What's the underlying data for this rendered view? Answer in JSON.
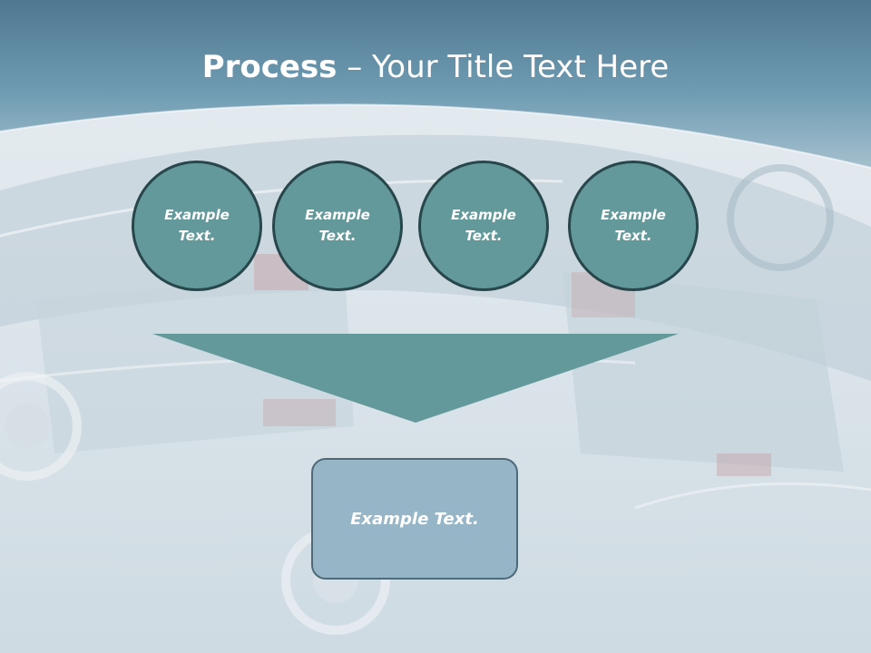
{
  "slide": {
    "title_bold": "Process",
    "title_rest": " – Your Title Text Here",
    "steps": [
      {
        "label": "Example Text."
      },
      {
        "label": "Example Text."
      },
      {
        "label": "Example Text."
      },
      {
        "label": "Example Text."
      }
    ],
    "result_label": "Example Text."
  },
  "colors": {
    "circle_fill": "#63999a",
    "circle_border": "#28474c",
    "funnel_fill": "#63999a",
    "result_fill": "#96b6c8",
    "result_border": "#4e6a7a",
    "header_blue": "#4f7891"
  }
}
